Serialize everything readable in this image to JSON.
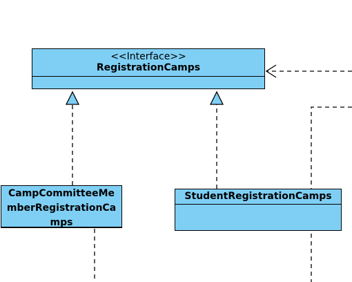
{
  "diagram": {
    "interface_box": {
      "stereotype": "<<Interface>>",
      "name": "RegistrationCamps"
    },
    "implementors": [
      {
        "name": "CampCommitteeMemberRegistrationCamps"
      },
      {
        "name": "StudentRegistrationCamps"
      }
    ],
    "colors": {
      "class_fill": "#7fcff5",
      "stroke": "#000000",
      "background": "#ffffff"
    },
    "relations": [
      {
        "type": "realization",
        "from": "CampCommitteeMemberRegistrationCamps",
        "to": "RegistrationCamps"
      },
      {
        "type": "realization",
        "from": "StudentRegistrationCamps",
        "to": "RegistrationCamps"
      },
      {
        "type": "dependency",
        "from": "off-canvas",
        "to": "RegistrationCamps"
      }
    ]
  }
}
